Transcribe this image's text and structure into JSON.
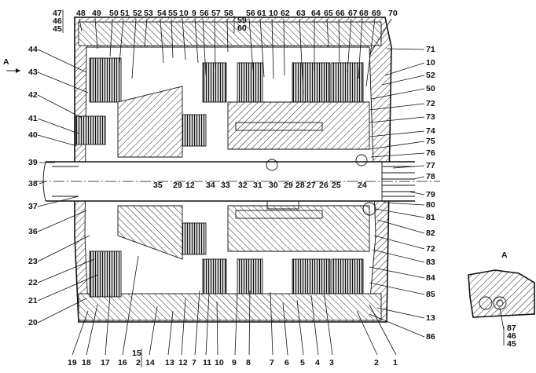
{
  "view_label": "A",
  "arrow_label": "A",
  "labels": {
    "top": [
      "47",
      "46",
      "45",
      "48",
      "49",
      "50",
      "51",
      "52",
      "53",
      "54",
      "55",
      "10",
      "9",
      "56",
      "57",
      "58",
      "59",
      "60",
      "56",
      "61",
      "10",
      "62",
      "63",
      "64",
      "65",
      "66",
      "67",
      "68",
      "69",
      "70"
    ],
    "left": [
      "44",
      "43",
      "42",
      "41",
      "40",
      "39",
      "38",
      "37",
      "36",
      "23",
      "22",
      "21",
      "20"
    ],
    "right": [
      "71",
      "10",
      "52",
      "50",
      "72",
      "73",
      "74",
      "75",
      "76",
      "77",
      "78",
      "79",
      "80",
      "81",
      "82",
      "72",
      "83",
      "84",
      "85",
      "13",
      "86"
    ],
    "bottom": [
      "19",
      "18",
      "17",
      "16",
      "15",
      "2",
      "14",
      "13",
      "12",
      "7",
      "11",
      "10",
      "9",
      "8",
      "7",
      "6",
      "5",
      "4",
      "3",
      "2",
      "1"
    ],
    "inner": [
      "35",
      "29",
      "12",
      "34",
      "33",
      "32",
      "31",
      "30",
      "29",
      "28",
      "27",
      "26",
      "25",
      "24"
    ],
    "view_a": [
      "87",
      "46",
      "45"
    ]
  }
}
